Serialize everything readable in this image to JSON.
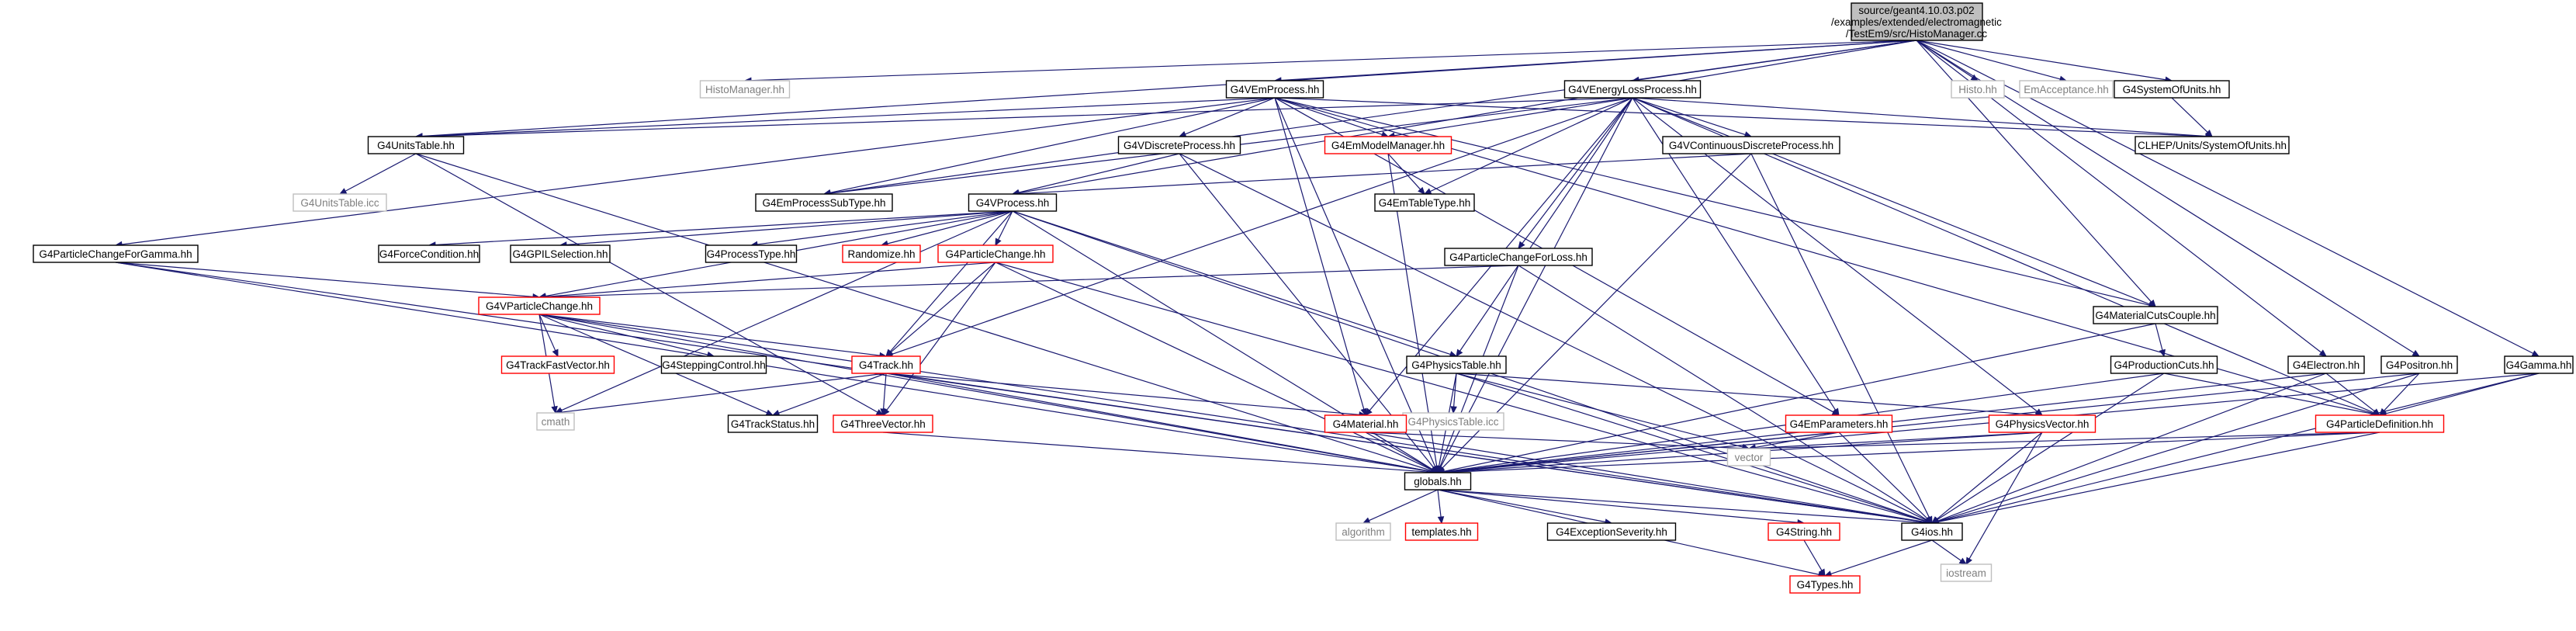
{
  "diagram": {
    "root": {
      "label_lines": [
        "source/geant4.10.03.p02",
        "/examples/extended/electromagnetic",
        "/TestEm9/src/HistoManager.cc"
      ]
    },
    "nodes": [
      {
        "id": "histomanager_hh",
        "label": "HistoManager.hh",
        "style": "plain"
      },
      {
        "id": "g4emprocess_hh",
        "label": "G4VEmProcess.hh",
        "style": "normal"
      },
      {
        "id": "g4venergyloss_hh",
        "label": "G4VEnergyLossProcess.hh",
        "style": "normal"
      },
      {
        "id": "histo_hh",
        "label": "Histo.hh",
        "style": "plain"
      },
      {
        "id": "emacceptance_hh",
        "label": "EmAcceptance.hh",
        "style": "plain"
      },
      {
        "id": "g4systemofunits_hh",
        "label": "G4SystemOfUnits.hh",
        "style": "normal"
      },
      {
        "id": "g4unitstable_hh",
        "label": "G4UnitsTable.hh",
        "style": "normal"
      },
      {
        "id": "g4vdiscreteprocess_hh",
        "label": "G4VDiscreteProcess.hh",
        "style": "normal"
      },
      {
        "id": "g4emmodelmanager_hh",
        "label": "G4EmModelManager.hh",
        "style": "truncated"
      },
      {
        "id": "g4vcontinuousdiscrete_hh",
        "label": "G4VContinuousDiscreteProcess.hh",
        "style": "normal"
      },
      {
        "id": "clhep_units_hh",
        "label": "CLHEP/Units/SystemOfUnits.hh",
        "style": "normal"
      },
      {
        "id": "g4unitstable_icc",
        "label": "G4UnitsTable.icc",
        "style": "plain"
      },
      {
        "id": "g4emprocesssubtype_hh",
        "label": "G4EmProcessSubType.hh",
        "style": "normal"
      },
      {
        "id": "g4emtabletype_hh",
        "label": "G4EmTableType.hh",
        "style": "normal"
      },
      {
        "id": "g4vprocess_hh",
        "label": "G4VProcess.hh",
        "style": "normal"
      },
      {
        "id": "g4particlechangeforgamma_hh",
        "label": "G4ParticleChangeForGamma.hh",
        "style": "normal"
      },
      {
        "id": "g4forcecondition_hh",
        "label": "G4ForceCondition.hh",
        "style": "normal"
      },
      {
        "id": "g4gpilselection_hh",
        "label": "G4GPILSelection.hh",
        "style": "normal"
      },
      {
        "id": "g4processtype_hh",
        "label": "G4ProcessType.hh",
        "style": "normal"
      },
      {
        "id": "randomize_hh",
        "label": "Randomize.hh",
        "style": "truncated"
      },
      {
        "id": "g4particlechange_hh",
        "label": "G4ParticleChange.hh",
        "style": "truncated"
      },
      {
        "id": "g4particlechangeforloss_hh",
        "label": "G4ParticleChangeForLoss.hh",
        "style": "normal"
      },
      {
        "id": "g4vparticlechange_hh",
        "label": "G4VParticleChange.hh",
        "style": "truncated"
      },
      {
        "id": "g4materialcutscouple_hh",
        "label": "G4MaterialCutsCouple.hh",
        "style": "normal"
      },
      {
        "id": "g4trackfastvector_hh",
        "label": "G4TrackFastVector.hh",
        "style": "truncated"
      },
      {
        "id": "g4steppingcontrol_hh",
        "label": "G4SteppingControl.hh",
        "style": "normal"
      },
      {
        "id": "g4track_hh",
        "label": "G4Track.hh",
        "style": "truncated"
      },
      {
        "id": "g4physicstable_hh",
        "label": "G4PhysicsTable.hh",
        "style": "normal"
      },
      {
        "id": "g4productioncuts_hh",
        "label": "G4ProductionCuts.hh",
        "style": "normal"
      },
      {
        "id": "g4electron_hh",
        "label": "G4Electron.hh",
        "style": "normal"
      },
      {
        "id": "g4positron_hh",
        "label": "G4Positron.hh",
        "style": "normal"
      },
      {
        "id": "g4gamma_hh",
        "label": "G4Gamma.hh",
        "style": "normal"
      },
      {
        "id": "cmath",
        "label": "cmath",
        "style": "plain"
      },
      {
        "id": "g4physicstable_icc",
        "label": "G4PhysicsTable.icc",
        "style": "plain"
      },
      {
        "id": "g4trackstatus_hh",
        "label": "G4TrackStatus.hh",
        "style": "normal"
      },
      {
        "id": "g4threevector_hh",
        "label": "G4ThreeVector.hh",
        "style": "truncated"
      },
      {
        "id": "g4material_hh",
        "label": "G4Material.hh",
        "style": "truncated"
      },
      {
        "id": "g4emparameters_hh",
        "label": "G4EmParameters.hh",
        "style": "truncated"
      },
      {
        "id": "g4physicsvector_hh",
        "label": "G4PhysicsVector.hh",
        "style": "truncated"
      },
      {
        "id": "g4particledefinition_hh",
        "label": "G4ParticleDefinition.hh",
        "style": "truncated"
      },
      {
        "id": "vector",
        "label": "vector",
        "style": "plain"
      },
      {
        "id": "globals_hh",
        "label": "globals.hh",
        "style": "normal"
      },
      {
        "id": "algorithm",
        "label": "algorithm",
        "style": "plain"
      },
      {
        "id": "templates_hh",
        "label": "templates.hh",
        "style": "truncated"
      },
      {
        "id": "g4exceptionseverity_hh",
        "label": "G4ExceptionSeverity.hh",
        "style": "normal"
      },
      {
        "id": "g4string_hh",
        "label": "G4String.hh",
        "style": "truncated"
      },
      {
        "id": "g4ios_hh",
        "label": "G4ios.hh",
        "style": "normal"
      },
      {
        "id": "iostream",
        "label": "iostream",
        "style": "plain"
      },
      {
        "id": "g4types_hh",
        "label": "G4Types.hh",
        "style": "truncated"
      }
    ],
    "edges": [
      [
        "root",
        "histomanager_hh"
      ],
      [
        "root",
        "g4emprocess_hh"
      ],
      [
        "root",
        "g4venergyloss_hh"
      ],
      [
        "root",
        "histo_hh"
      ],
      [
        "root",
        "emacceptance_hh"
      ],
      [
        "root",
        "g4systemofunits_hh"
      ],
      [
        "root",
        "g4unitstable_hh"
      ],
      [
        "root",
        "g4materialcutscouple_hh"
      ],
      [
        "root",
        "g4positron_hh"
      ],
      [
        "root",
        "g4electron_hh"
      ],
      [
        "root",
        "g4gamma_hh"
      ],
      [
        "root",
        "g4emprocesssubtype_hh"
      ],
      [
        "root",
        "g4vprocess_hh"
      ],
      [
        "g4emprocess_hh",
        "g4unitstable_hh"
      ],
      [
        "g4emprocess_hh",
        "g4vdiscreteprocess_hh"
      ],
      [
        "g4emprocess_hh",
        "g4emmodelmanager_hh"
      ],
      [
        "g4emprocess_hh",
        "clhep_units_hh"
      ],
      [
        "g4emprocess_hh",
        "g4particlechangeforgamma_hh"
      ],
      [
        "g4emprocess_hh",
        "g4material_hh"
      ],
      [
        "g4emprocess_hh",
        "globals_hh"
      ],
      [
        "g4emprocess_hh",
        "g4emparameters_hh"
      ],
      [
        "g4emprocess_hh",
        "g4materialcutscouple_hh"
      ],
      [
        "g4emprocess_hh",
        "g4particledefinition_hh"
      ],
      [
        "g4emprocess_hh",
        "g4emprocesssubtype_hh"
      ],
      [
        "g4venergyloss_hh",
        "g4unitstable_hh"
      ],
      [
        "g4venergyloss_hh",
        "g4emmodelmanager_hh"
      ],
      [
        "g4venergyloss_hh",
        "g4vcontinuousdiscrete_hh"
      ],
      [
        "g4venergyloss_hh",
        "clhep_units_hh"
      ],
      [
        "g4venergyloss_hh",
        "g4emtabletype_hh"
      ],
      [
        "g4venergyloss_hh",
        "g4particlechangeforloss_hh"
      ],
      [
        "g4venergyloss_hh",
        "g4physicstable_hh"
      ],
      [
        "g4venergyloss_hh",
        "g4materialcutscouple_hh"
      ],
      [
        "g4venergyloss_hh",
        "g4track_hh"
      ],
      [
        "g4venergyloss_hh",
        "globals_hh"
      ],
      [
        "g4venergyloss_hh",
        "g4material_hh"
      ],
      [
        "g4venergyloss_hh",
        "g4emparameters_hh"
      ],
      [
        "g4venergyloss_hh",
        "g4physicsvector_hh"
      ],
      [
        "g4venergyloss_hh",
        "g4particledefinition_hh"
      ],
      [
        "g4venergyloss_hh",
        "g4emprocesssubtype_hh"
      ],
      [
        "g4systemofunits_hh",
        "clhep_units_hh"
      ],
      [
        "g4unitstable_hh",
        "g4unitstable_icc"
      ],
      [
        "g4unitstable_hh",
        "globals_hh"
      ],
      [
        "g4unitstable_hh",
        "g4threevector_hh"
      ],
      [
        "g4vdiscreteprocess_hh",
        "g4vprocess_hh"
      ],
      [
        "g4vdiscreteprocess_hh",
        "globals_hh"
      ],
      [
        "g4vdiscreteprocess_hh",
        "g4ios_hh"
      ],
      [
        "g4emmodelmanager_hh",
        "g4emtabletype_hh"
      ],
      [
        "g4emmodelmanager_hh",
        "globals_hh"
      ],
      [
        "g4vcontinuousdiscrete_hh",
        "g4vprocess_hh"
      ],
      [
        "g4vcontinuousdiscrete_hh",
        "globals_hh"
      ],
      [
        "g4vcontinuousdiscrete_hh",
        "g4ios_hh"
      ],
      [
        "g4vprocess_hh",
        "g4forcecondition_hh"
      ],
      [
        "g4vprocess_hh",
        "g4gpilselection_hh"
      ],
      [
        "g4vprocess_hh",
        "g4processtype_hh"
      ],
      [
        "g4vprocess_hh",
        "randomize_hh"
      ],
      [
        "g4vprocess_hh",
        "g4particlechange_hh"
      ],
      [
        "g4vprocess_hh",
        "g4vparticlechange_hh"
      ],
      [
        "g4vprocess_hh",
        "g4track_hh"
      ],
      [
        "g4vprocess_hh",
        "g4physicstable_hh"
      ],
      [
        "g4vprocess_hh",
        "globals_hh"
      ],
      [
        "g4vprocess_hh",
        "cmath"
      ],
      [
        "g4vprocess_hh",
        "g4ios_hh"
      ],
      [
        "g4particlechangeforgamma_hh",
        "g4vparticlechange_hh"
      ],
      [
        "g4particlechangeforgamma_hh",
        "globals_hh"
      ],
      [
        "g4particlechangeforgamma_hh",
        "g4ios_hh"
      ],
      [
        "g4particlechange_hh",
        "g4vparticlechange_hh"
      ],
      [
        "g4particlechange_hh",
        "g4track_hh"
      ],
      [
        "g4particlechange_hh",
        "g4threevector_hh"
      ],
      [
        "g4particlechange_hh",
        "globals_hh"
      ],
      [
        "g4particlechange_hh",
        "g4ios_hh"
      ],
      [
        "g4particlechangeforloss_hh",
        "g4vparticlechange_hh"
      ],
      [
        "g4particlechangeforloss_hh",
        "globals_hh"
      ],
      [
        "g4particlechangeforloss_hh",
        "g4ios_hh"
      ],
      [
        "g4vparticlechange_hh",
        "g4trackfastvector_hh"
      ],
      [
        "g4vparticlechange_hh",
        "g4steppingcontrol_hh"
      ],
      [
        "g4vparticlechange_hh",
        "g4track_hh"
      ],
      [
        "g4vparticlechange_hh",
        "g4trackstatus_hh"
      ],
      [
        "g4vparticlechange_hh",
        "cmath"
      ],
      [
        "g4vparticlechange_hh",
        "globals_hh"
      ],
      [
        "g4vparticlechange_hh",
        "g4ios_hh"
      ],
      [
        "g4materialcutscouple_hh",
        "g4productioncuts_hh"
      ],
      [
        "g4materialcutscouple_hh",
        "globals_hh"
      ],
      [
        "g4track_hh",
        "g4trackstatus_hh"
      ],
      [
        "g4track_hh",
        "g4threevector_hh"
      ],
      [
        "g4track_hh",
        "cmath"
      ],
      [
        "g4track_hh",
        "g4material_hh"
      ],
      [
        "g4track_hh",
        "globals_hh"
      ],
      [
        "g4track_hh",
        "g4ios_hh"
      ],
      [
        "g4physicstable_hh",
        "g4physicstable_icc"
      ],
      [
        "g4physicstable_hh",
        "g4physicsvector_hh"
      ],
      [
        "g4physicstable_hh",
        "vector"
      ],
      [
        "g4physicstable_hh",
        "globals_hh"
      ],
      [
        "g4physicstable_hh",
        "g4ios_hh"
      ],
      [
        "g4productioncuts_hh",
        "g4particledefinition_hh"
      ],
      [
        "g4productioncuts_hh",
        "globals_hh"
      ],
      [
        "g4productioncuts_hh",
        "g4ios_hh"
      ],
      [
        "g4electron_hh",
        "g4particledefinition_hh"
      ],
      [
        "g4electron_hh",
        "globals_hh"
      ],
      [
        "g4electron_hh",
        "g4ios_hh"
      ],
      [
        "g4positron_hh",
        "g4particledefinition_hh"
      ],
      [
        "g4positron_hh",
        "globals_hh"
      ],
      [
        "g4positron_hh",
        "g4ios_hh"
      ],
      [
        "g4gamma_hh",
        "g4particledefinition_hh"
      ],
      [
        "g4gamma_hh",
        "globals_hh"
      ],
      [
        "g4gamma_hh",
        "g4ios_hh"
      ],
      [
        "g4threevector_hh",
        "globals_hh"
      ],
      [
        "g4material_hh",
        "globals_hh"
      ],
      [
        "g4material_hh",
        "vector"
      ],
      [
        "g4material_hh",
        "g4ios_hh"
      ],
      [
        "g4emparameters_hh",
        "globals_hh"
      ],
      [
        "g4emparameters_hh",
        "vector"
      ],
      [
        "g4emparameters_hh",
        "g4ios_hh"
      ],
      [
        "g4physicsvector_hh",
        "globals_hh"
      ],
      [
        "g4physicsvector_hh",
        "vector"
      ],
      [
        "g4physicsvector_hh",
        "g4ios_hh"
      ],
      [
        "g4physicsvector_hh",
        "iostream"
      ],
      [
        "g4particledefinition_hh",
        "globals_hh"
      ],
      [
        "g4particledefinition_hh",
        "vector"
      ],
      [
        "g4particledefinition_hh",
        "g4ios_hh"
      ],
      [
        "globals_hh",
        "algorithm"
      ],
      [
        "globals_hh",
        "templates_hh"
      ],
      [
        "globals_hh",
        "g4exceptionseverity_hh"
      ],
      [
        "globals_hh",
        "g4string_hh"
      ],
      [
        "globals_hh",
        "g4ios_hh"
      ],
      [
        "globals_hh",
        "g4types_hh"
      ],
      [
        "g4string_hh",
        "g4types_hh"
      ],
      [
        "g4ios_hh",
        "iostream"
      ],
      [
        "g4ios_hh",
        "g4types_hh"
      ]
    ],
    "colors": {
      "edge": "#191970",
      "normal_border": "#000000",
      "truncated_border": "#ff0000",
      "plain_border": "#bfbfbf",
      "plain_text": "#7f7f7f",
      "root_fill": "#bfbfbf",
      "node_fill": "#ffffff"
    }
  }
}
